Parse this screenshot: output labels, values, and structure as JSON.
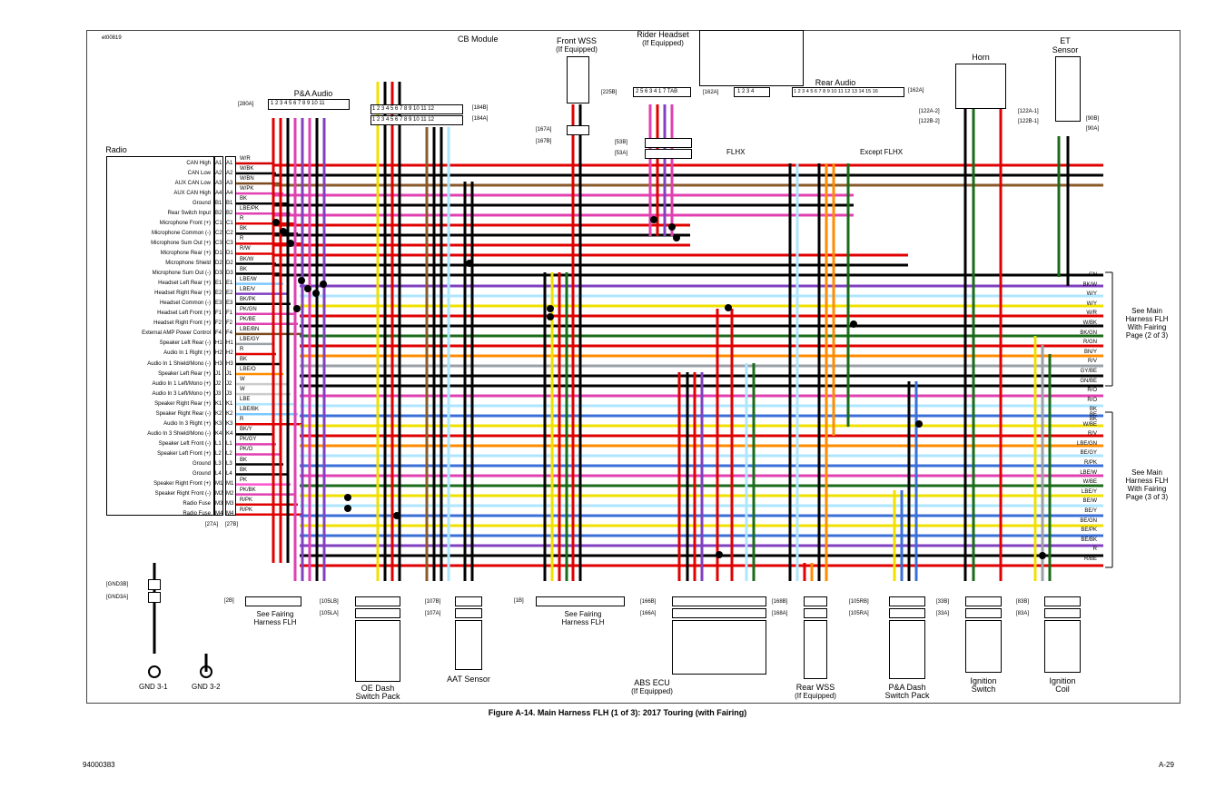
{
  "header": {
    "doc_id": "et00819"
  },
  "figure_caption": "Figure A-14. Main Harness FLH (1 of 3): 2017 Touring (with Fairing)",
  "footer": {
    "doc_number": "94000383",
    "page": "A-29"
  },
  "radio": {
    "title": "Radio",
    "pins": [
      {
        "id": "A1",
        "label": "CAN High",
        "wire": "W/R",
        "color": "#d00000"
      },
      {
        "id": "A2",
        "label": "CAN Low",
        "wire": "W/BK",
        "color": "#000000"
      },
      {
        "id": "A3",
        "label": "AUX CAN Low",
        "wire": "W/BN",
        "color": "#7a4a1e"
      },
      {
        "id": "A4",
        "label": "AUX CAN High",
        "wire": "W/PK",
        "color": "#e040b0"
      },
      {
        "id": "B1",
        "label": "Ground",
        "wire": "BK",
        "color": "#000000"
      },
      {
        "id": "B2",
        "label": "Rear Switch Input",
        "wire": "LBE/PK",
        "color": "#e040b0"
      },
      {
        "id": "C1",
        "label": "Microphone Front (+)",
        "wire": "R",
        "color": "#e00000"
      },
      {
        "id": "C2",
        "label": "Microphone Common (-)",
        "wire": "BK",
        "color": "#000000"
      },
      {
        "id": "C3",
        "label": "Microphone Sum Out (+)",
        "wire": "R",
        "color": "#e00000"
      },
      {
        "id": "D1",
        "label": "Microphone Rear (+)",
        "wire": "R/W",
        "color": "#e00000"
      },
      {
        "id": "D2",
        "label": "Microphone Shield",
        "wire": "BK/W",
        "color": "#000000"
      },
      {
        "id": "D3",
        "label": "Microphone Sum Out (-)",
        "wire": "BK",
        "color": "#000000"
      },
      {
        "id": "E1",
        "label": "Headset Left Rear (+)",
        "wire": "LBE/W",
        "color": "#7bc8ff"
      },
      {
        "id": "E2",
        "label": "Headset Right Rear (+)",
        "wire": "LBE/V",
        "color": "#8040c0"
      },
      {
        "id": "E3",
        "label": "Headset Common (-)",
        "wire": "BK/PK",
        "color": "#000000"
      },
      {
        "id": "F1",
        "label": "Headset Left Front (+)",
        "wire": "PK/GN",
        "color": "#e040b0"
      },
      {
        "id": "F2",
        "label": "Headset Right Front (+)",
        "wire": "PK/BE",
        "color": "#e040b0"
      },
      {
        "id": "F4",
        "label": "External AMP Power Control",
        "wire": "LBE/BN",
        "color": "#7a4a1e"
      },
      {
        "id": "H1",
        "label": "Speaker Left Rear (-)",
        "wire": "LBE/GY",
        "color": "#9aa0a6"
      },
      {
        "id": "H2",
        "label": "Audio In 1 Right (+)",
        "wire": "R",
        "color": "#e00000"
      },
      {
        "id": "H3",
        "label": "Audio In 1 Shield/Mono (-)",
        "wire": "BK",
        "color": "#000000"
      },
      {
        "id": "J1",
        "label": "Speaker Left Rear (+)",
        "wire": "LBE/O",
        "color": "#ff8c00"
      },
      {
        "id": "J2",
        "label": "Audio In 1 Left/Mono (+)",
        "wire": "W",
        "color": "#cccccc"
      },
      {
        "id": "J3",
        "label": "Audio In 3 Left/Mono (+)",
        "wire": "W",
        "color": "#cccccc"
      },
      {
        "id": "K1",
        "label": "Speaker Right Rear (+)",
        "wire": "LBE",
        "color": "#aee6ff"
      },
      {
        "id": "K2",
        "label": "Speaker Right Rear (-)",
        "wire": "LBE/BK",
        "color": "#7bc8ff"
      },
      {
        "id": "K3",
        "label": "Audio In 3 Right (+)",
        "wire": "R",
        "color": "#e00000"
      },
      {
        "id": "K4",
        "label": "Audio In 3 Shield/Mono (-)",
        "wire": "BK/Y",
        "color": "#000000"
      },
      {
        "id": "L1",
        "label": "Speaker Left Front (-)",
        "wire": "PK/GY",
        "color": "#e040b0"
      },
      {
        "id": "L2",
        "label": "Speaker Left Front (+)",
        "wire": "PK/O",
        "color": "#e040b0"
      },
      {
        "id": "L3",
        "label": "Ground",
        "wire": "BK",
        "color": "#000000"
      },
      {
        "id": "L4",
        "label": "Ground",
        "wire": "BK",
        "color": "#000000"
      },
      {
        "id": "M1",
        "label": "Speaker Right Front (+)",
        "wire": "PK",
        "color": "#ff55cc"
      },
      {
        "id": "M2",
        "label": "Speaker Right Front (-)",
        "wire": "PK/BK",
        "color": "#e040b0"
      },
      {
        "id": "M3",
        "label": "Radio Fuse",
        "wire": "R/PK",
        "color": "#e00000"
      },
      {
        "id": "M4",
        "label": "Radio Fuse",
        "wire": "R/PK",
        "color": "#e00000"
      }
    ],
    "conn_a": "[27A]",
    "conn_b": "[27B]"
  },
  "components": {
    "pa_audio": {
      "title": "P&A Audio",
      "conn": "[280A]",
      "pins": "1 2 3 4 5 6 7 8 9 10 11"
    },
    "cb_module": {
      "title": "CB Module",
      "conn_b": "[184B]",
      "conn_a": "[184A]",
      "pins": "1 2 3 4 5 6 7 8 9 10 11 12"
    },
    "front_wss": {
      "title": "Front WSS",
      "subtitle": "(If Equipped)",
      "conn_b": "[167A]",
      "conn_a": "[167B]"
    },
    "rider_headset": {
      "title": "Rider Headset",
      "subtitle": "(If Equipped)",
      "conn": "[225B]",
      "conn_b": "[53B]",
      "conn_a": "[53A]",
      "pins": "2 5 6 3 4 1 7 TAB"
    },
    "rear_audio": {
      "title": "Rear Audio",
      "conn_left": "[162A]",
      "conn_right": "[162A]",
      "pins_left": "1 2 3 4",
      "pins_right": "1 2 3 4 5 6 7 8 9 10 11 12 13 14 15 16"
    },
    "horn": {
      "title": "Horn",
      "conn_left_top": "[122A-2]",
      "conn_left_bot": "[122B-2]",
      "conn_right_top": "[122A-1]",
      "conn_right_bot": "[122B-1]"
    },
    "et_sensor": {
      "title": "ET",
      "title2": "Sensor",
      "conn_top": "[90B]",
      "conn_bot": "[90A]"
    },
    "flhx": "FLHX",
    "except_flhx": "Except FLHX",
    "see_main_2": "See Main Harness FLH With Fairing Page (2 of 3)",
    "see_main_3": "See Main Harness FLH With Fairing Page (3 of 3)",
    "see_fairing_1": "See Fairing Harness FLH",
    "see_fairing_2": "See Fairing Harness FLH",
    "gnd3b": "[GND3B]",
    "gnd3a": "[GND3A]",
    "gnd31": "GND 3-1",
    "gnd32": "GND 3-2",
    "oe_dash": {
      "title": "OE Dash",
      "title2": "Switch Pack",
      "conn_b": "[105LB]",
      "conn_a": "[105LA]"
    },
    "aat": {
      "title": "AAT Sensor",
      "conn_b": "[107B]",
      "conn_a": "[107A]"
    },
    "conn_1b": "[1B]",
    "conn_2b": "[2B]",
    "abs_ecu": {
      "title": "ABS ECU",
      "subtitle": "(If Equipped)",
      "conn_b": "[166B]",
      "conn_a": "[166A]"
    },
    "rear_wss": {
      "title": "Rear WSS",
      "subtitle": "(If Equipped)",
      "conn_b": "[168B]",
      "conn_a": "[168A]"
    },
    "pa_dash": {
      "title": "P&A Dash",
      "title2": "Switch Pack",
      "conn_b": "[105RB]",
      "conn_a": "[105RA]"
    },
    "ignition_switch": {
      "title": "Ignition",
      "title2": "Switch",
      "conn_b": "[33B]",
      "conn_a": "[33A]"
    },
    "ignition_coil": {
      "title": "Ignition",
      "title2": "Coil",
      "conn_b": "[83B]",
      "conn_a": "[83A]"
    }
  },
  "right_edge_top": [
    "GN",
    "BK/W",
    "W/Y",
    "W/Y",
    "W/R",
    "W/BK",
    "BK/GN",
    "R/GN",
    "BN/Y",
    "R/V",
    "GY/BE",
    "GN/BE",
    "R/O",
    "R/O",
    "BK",
    "BK"
  ],
  "right_edge_bottom": [
    "BE",
    "W/BE",
    "R/V",
    "LBE/GN",
    "BE/GY",
    "R/PK",
    "LBE/W",
    "W/BE",
    "LBE/Y",
    "BE/W",
    "BE/Y",
    "BE/GN",
    "BE/PK",
    "BE/BK",
    "R",
    "R/BE"
  ],
  "wire_colors": {
    "red": "#e00000",
    "black": "#000000",
    "purple": "#8040c0",
    "pink": "#e040b0",
    "blue": "#3b6fd8",
    "lightblue": "#aee6ff",
    "green": "#1a6b1a",
    "orange": "#ff8c00",
    "yellow": "#f0e000",
    "brown": "#8a5a2b",
    "gray": "#9aa0a6",
    "tan": "#c08060"
  }
}
